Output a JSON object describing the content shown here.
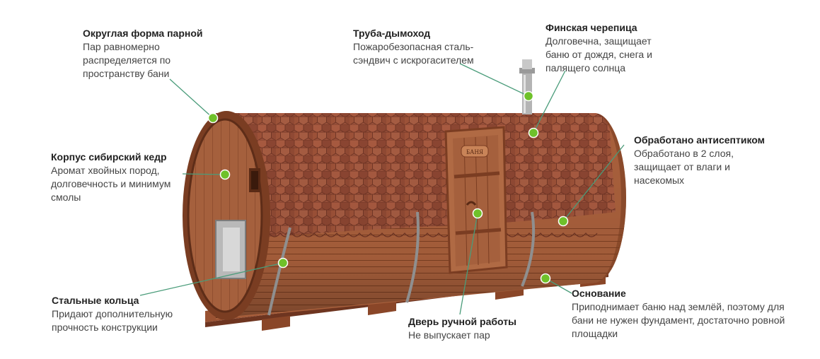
{
  "colors": {
    "marker": "#6fc12a",
    "leader_line": "#4a9c7a",
    "wood_light": "#b76a42",
    "wood_dark": "#7a3d22",
    "shingle": "#9a4e36",
    "steel": "#8f8f8f"
  },
  "door": {
    "sign": "БАНЯ"
  },
  "callouts": [
    {
      "id": "round-shape",
      "title": "Округлая форма парной",
      "lines": [
        "Пар равномерно",
        "распределяется по",
        "пространству бани"
      ]
    },
    {
      "id": "chimney",
      "title": "Труба-дымоход",
      "lines": [
        "Пожаробезопасная сталь-",
        "сэндвич с искрогасителем"
      ]
    },
    {
      "id": "tiles",
      "title": "Финская черепица",
      "lines": [
        "Долговечна, защищает",
        "баню от дождя, снега и",
        "палящего солнца"
      ]
    },
    {
      "id": "cedar",
      "title": "Корпус сибирский кедр",
      "lines": [
        "Аромат хвойных пород,",
        "долговечность и минимум",
        "смолы"
      ]
    },
    {
      "id": "antiseptic",
      "title": "Обработано антисептиком",
      "lines": [
        "Обработано в 2 слоя,",
        "защищает от влаги и",
        "насекомых"
      ]
    },
    {
      "id": "rings",
      "title": "Стальные кольца",
      "lines": [
        "Придают дополнительную",
        "прочность конструкции"
      ]
    },
    {
      "id": "door",
      "title": "Дверь ручной работы",
      "lines": [
        "Не выпускает пар"
      ]
    },
    {
      "id": "base",
      "title": "Основание",
      "lines": [
        "Приподнимает баню над землёй,  поэтому для",
        "бани не нужен фундамент, достаточно ровной",
        "площадки"
      ]
    }
  ]
}
